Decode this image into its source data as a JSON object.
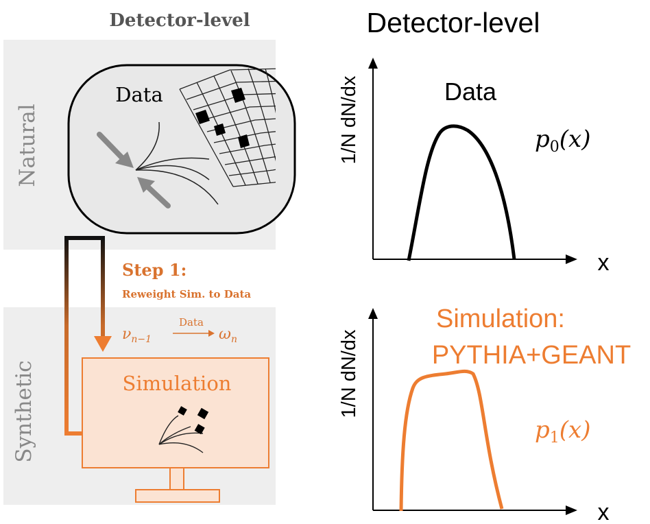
{
  "left_panel": {
    "title": "Detector-level",
    "natural_label": "Natural",
    "synthetic_label": "Synthetic",
    "data_label": "Data",
    "step1_title": "Step 1:",
    "step1_subtitle": "Reweight Sim. to Data",
    "formula_left": "ν",
    "formula_left_sub": "n−1",
    "formula_arrow_label": "Data",
    "formula_right": "ω",
    "formula_right_sub": "n",
    "simulation_label": "Simulation"
  },
  "right_panel": {
    "title": "Detector-level",
    "top_plot": {
      "ylabel": "1/N dN/dx",
      "xlabel": "x",
      "series_label": "Data",
      "density_label": "p",
      "density_sub": "0",
      "density_arg": "(x)",
      "color": "#000000"
    },
    "bottom_plot": {
      "ylabel": "1/N dN/dx",
      "xlabel": "x",
      "series_label_line1": "Simulation:",
      "series_label_line2": "PYTHIA+GEANT",
      "density_label": "p",
      "density_sub": "1",
      "density_arg": "(x)",
      "color": "#ED7D31"
    }
  },
  "colors": {
    "orange": "#ED7D31",
    "step_orange": "#D9732F",
    "panel_gray": "#EEEEEE",
    "bubble_gray": "#E8E8E8",
    "sim_fill": "#FBE3D3"
  }
}
